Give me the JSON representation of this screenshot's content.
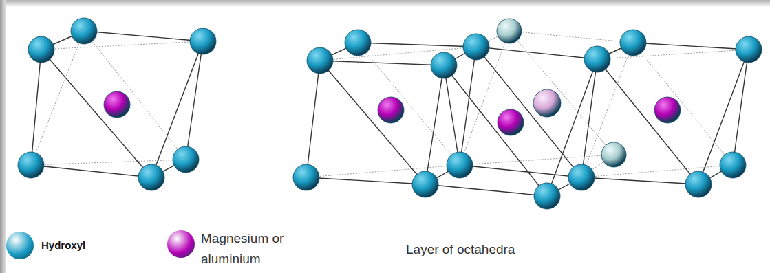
{
  "diagram": {
    "labels": [
      "Layer of octahedra"
    ],
    "legend": [
      {
        "text": "Hydroxyl",
        "color": "#1a9cc4"
      },
      {
        "text": "Magnesium or aluminium",
        "color": "#b400b4"
      }
    ]
  }
}
